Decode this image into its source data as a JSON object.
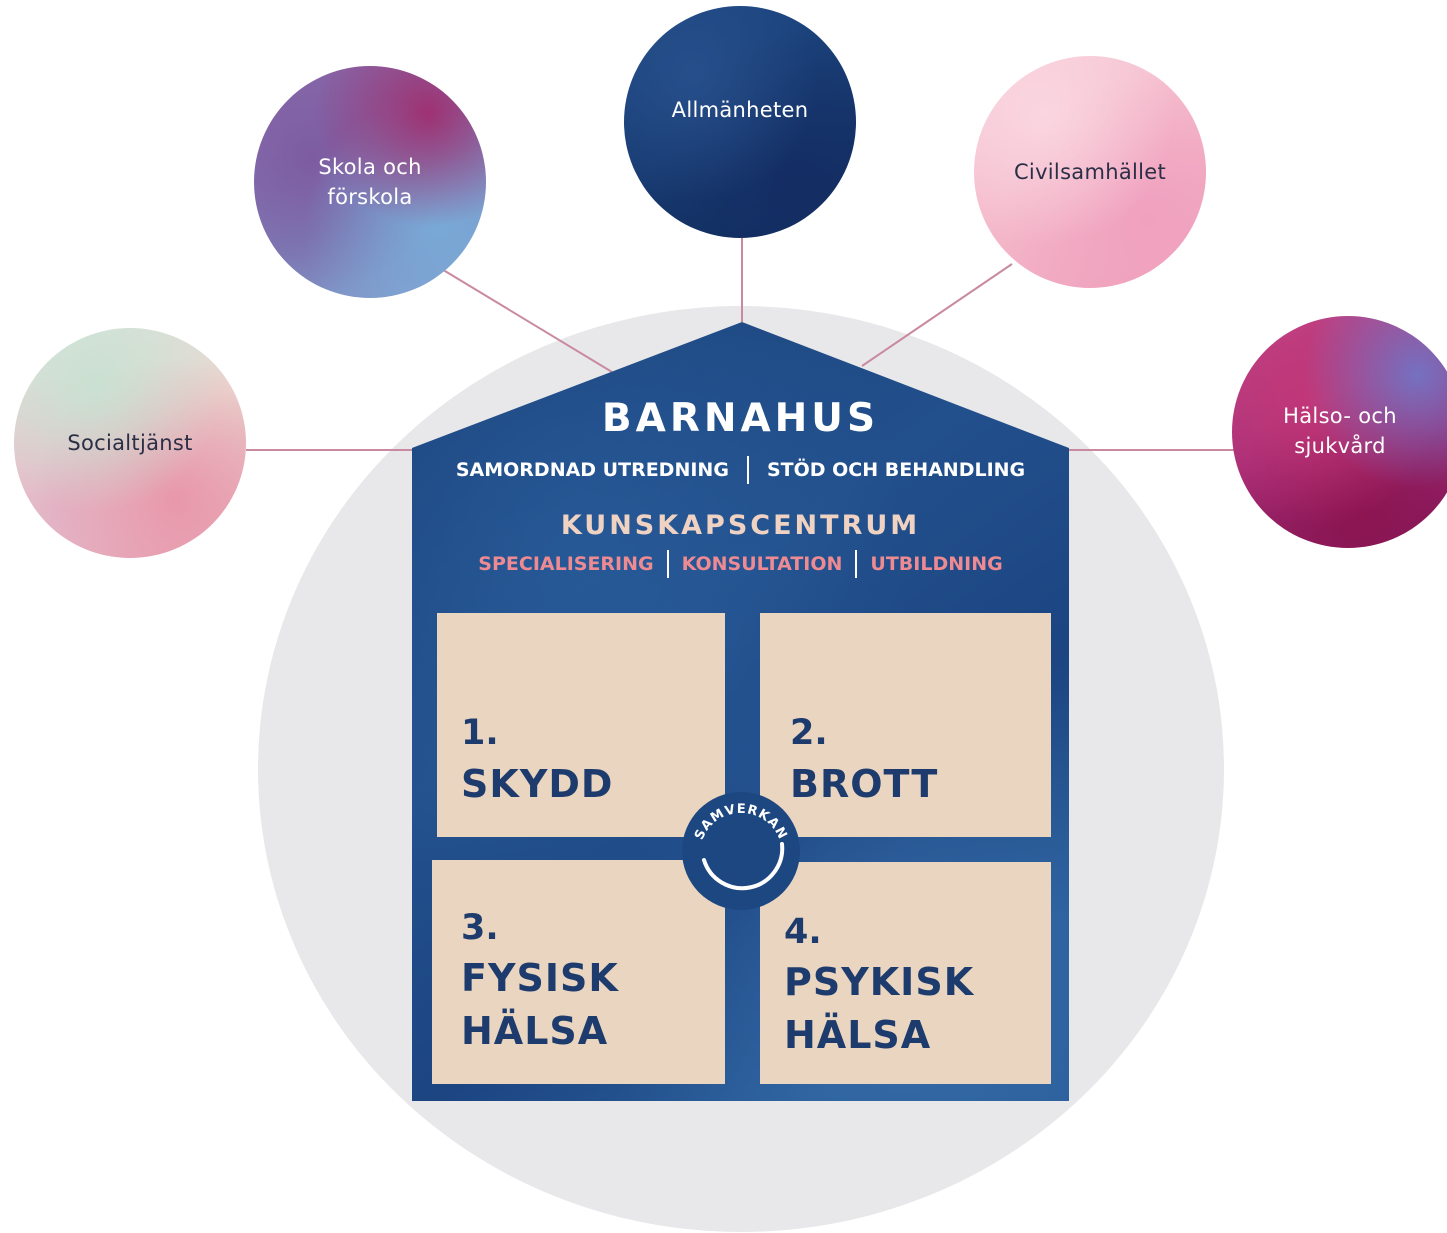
{
  "stakeholders": {
    "socialtjanst": "Socialtjänst",
    "skola": "Skola och\nförskola",
    "allmanheten": "Allmänheten",
    "civilsamhallet": "Civilsamhället",
    "halso": "Hälso- och\nsjukvård"
  },
  "house": {
    "title": "BARNAHUS",
    "sub_left": "SAMORDNAD UTREDNING",
    "sub_right": "STÖD OCH BEHANDLING",
    "knowledge_title": "KUNSKAPSCENTRUM",
    "knowledge_items": [
      "SPECIALISERING",
      "KONSULTATION",
      "UTBILDNING"
    ]
  },
  "boxes": [
    {
      "num": "1.",
      "label": "SKYDD"
    },
    {
      "num": "2.",
      "label": "BROTT"
    },
    {
      "num": "3.",
      "label": "FYSISK\nHÄLSA"
    },
    {
      "num": "4.",
      "label": "PSYKISK\nHÄLSA"
    }
  ],
  "seal": {
    "text": "SAMVERKAN"
  },
  "colors": {
    "house_blue": "#1d4780",
    "box_beige": "#ead5c1",
    "box_text": "#1d3c6d",
    "connector": "#c98aa0",
    "background_circle": "#e8e8ea",
    "knowledge_title": "#efd2c2",
    "knowledge_items": "#ee8a92"
  }
}
